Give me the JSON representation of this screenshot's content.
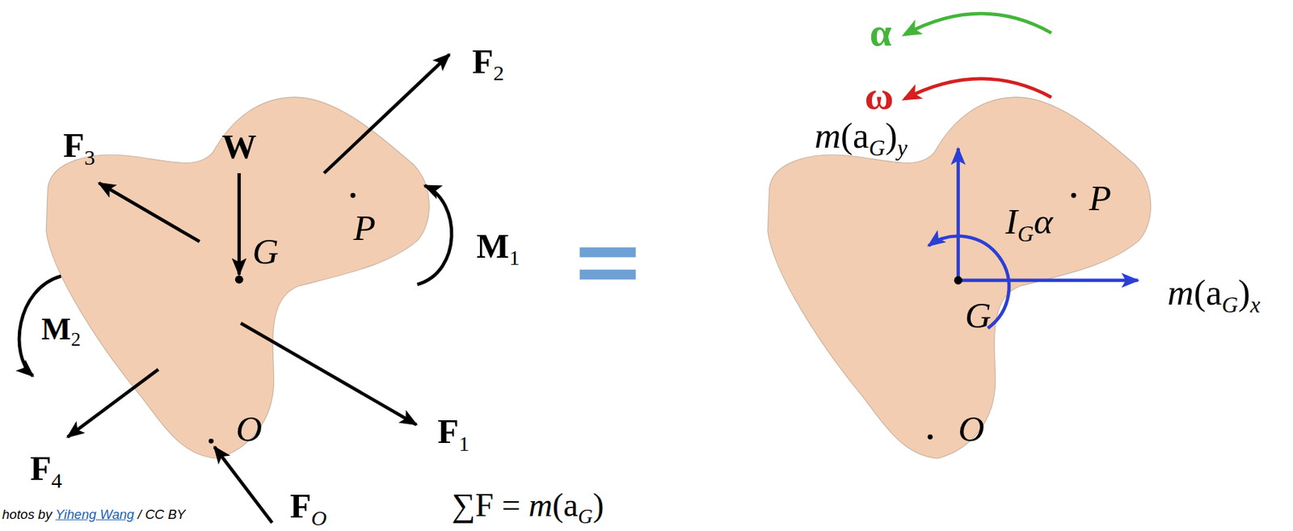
{
  "diagram": {
    "labels": [
      "F2",
      "F3",
      "W",
      "G",
      "P",
      "M1",
      "M2",
      "F4",
      "O",
      "F1",
      "FO",
      "hotos by Yiheng Wang / CC BY",
      "α",
      "ω",
      "m(aG)y",
      "IGα",
      "P",
      "m(aG)x",
      "G",
      "O",
      "∑F = m(aG)"
    ]
  }
}
